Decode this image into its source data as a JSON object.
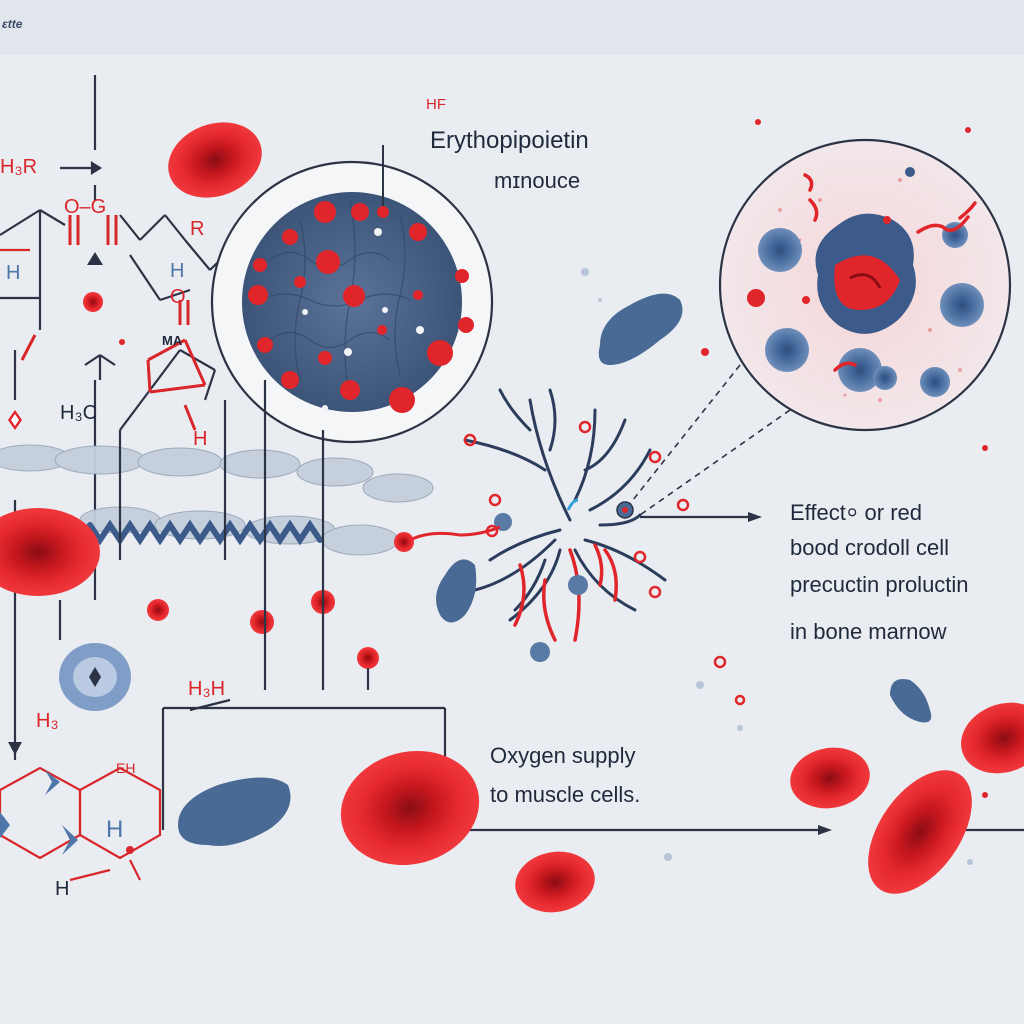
{
  "corner_label": "ɛtte",
  "hf_label": "HF",
  "epo_title": "Erythopipoietin",
  "epo_subtitle": "mɪnouce",
  "effect_line1": "Effect⸰ or red",
  "effect_line2": "bood crodoll cell",
  "effect_line3": "precuctin  proluctin",
  "effect_line4": "in bone marnow",
  "oxygen_line1": "Oxygen supply",
  "oxygen_line2": "to muscle cells.",
  "chem_labels": {
    "h3r": "H₃R",
    "ovg": "O–G",
    "r": "R",
    "h_left": "H",
    "h_mid": "H",
    "o_mid": "O",
    "m_ring": "MA",
    "h3c": "H₃C",
    "h_red": "H",
    "hjh": "H₃H",
    "hj": "H₃",
    "eh": "EH",
    "h_hex": "H",
    "h_bottom": "H"
  },
  "colors": {
    "background": "#e9edf1",
    "red_cell": "#e0252b",
    "blue_cell": "#4a6a96",
    "line": "#2c3344",
    "accent_red": "#d8262b"
  }
}
